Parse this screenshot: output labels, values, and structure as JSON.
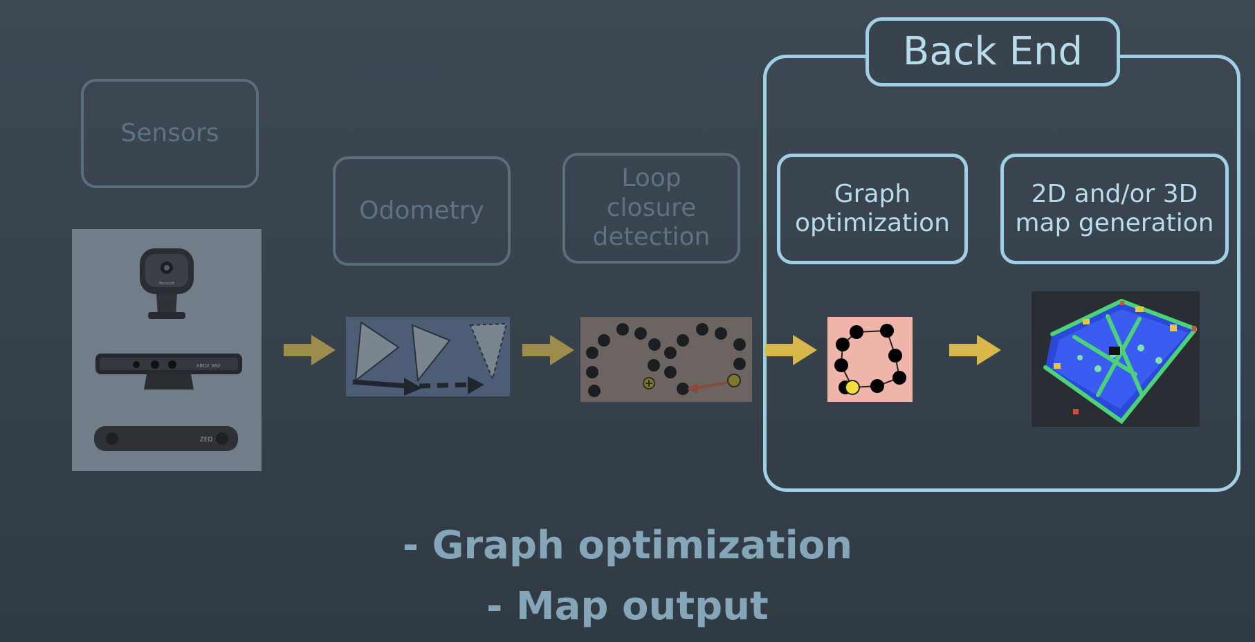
{
  "pipeline": {
    "sensors_label": "Sensors",
    "odometry_label": "Odometry",
    "loop_closure_label": "Loop\nclosure\ndetection",
    "backend_title": "Back End",
    "graph_opt_label": "Graph\noptimization",
    "map_gen_label": "2D and/or 3D\nmap generation"
  },
  "sensor_device_text": {
    "webcam_brand": "Microsoft",
    "kinect_brand": "XBOX 360",
    "stereo_brand": "ZED"
  },
  "captions": {
    "line1": "- Graph optimization",
    "line2": "- Map output"
  },
  "colors": {
    "background": "#38434d",
    "active_border": "#9fd0e6",
    "inactive_border": "#5b6e7d",
    "arrow": "#c9aa48",
    "caption": "#85a6b8"
  }
}
